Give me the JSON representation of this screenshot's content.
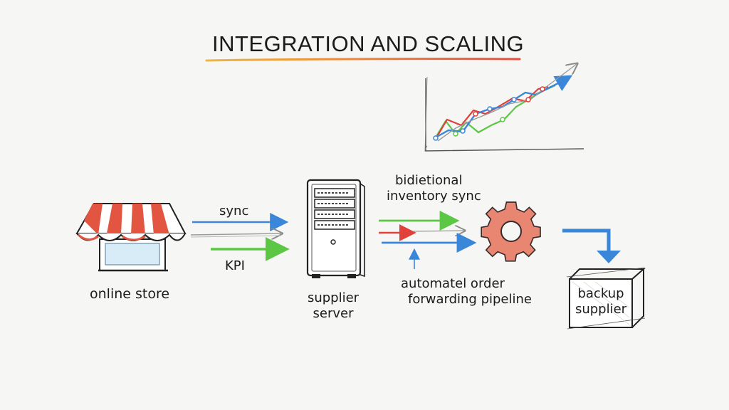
{
  "title": "INTEGRATION AND SCALING",
  "colors": {
    "title_underline": [
      "#f0b73a",
      "#e74c3c"
    ],
    "blue": "#3a86d9",
    "green": "#5cc645",
    "red": "#e0413a",
    "gray": "#9a9a9a",
    "gear": "#e88672",
    "awning_red": "#e25540"
  },
  "nodes": {
    "online_store": {
      "label": "online store",
      "icon": "storefront-icon"
    },
    "supplier_server": {
      "label_line1": "supplier",
      "label_line2": "server",
      "icon": "server-icon"
    },
    "pipeline": {
      "label_line1": "automatel order",
      "label_line2": "forwarding pipeline",
      "icon": "gear-icon"
    },
    "backup_supplier": {
      "label_line1": "backup",
      "label_line2": "supplier",
      "icon": "box-icon"
    }
  },
  "edges": {
    "sync_label": "sync",
    "kpi_label": "KPI",
    "inventory_line1": "bidietional",
    "inventory_line2": "inventory sync"
  },
  "growth_chart": {
    "icon": "growth-chart-icon"
  }
}
